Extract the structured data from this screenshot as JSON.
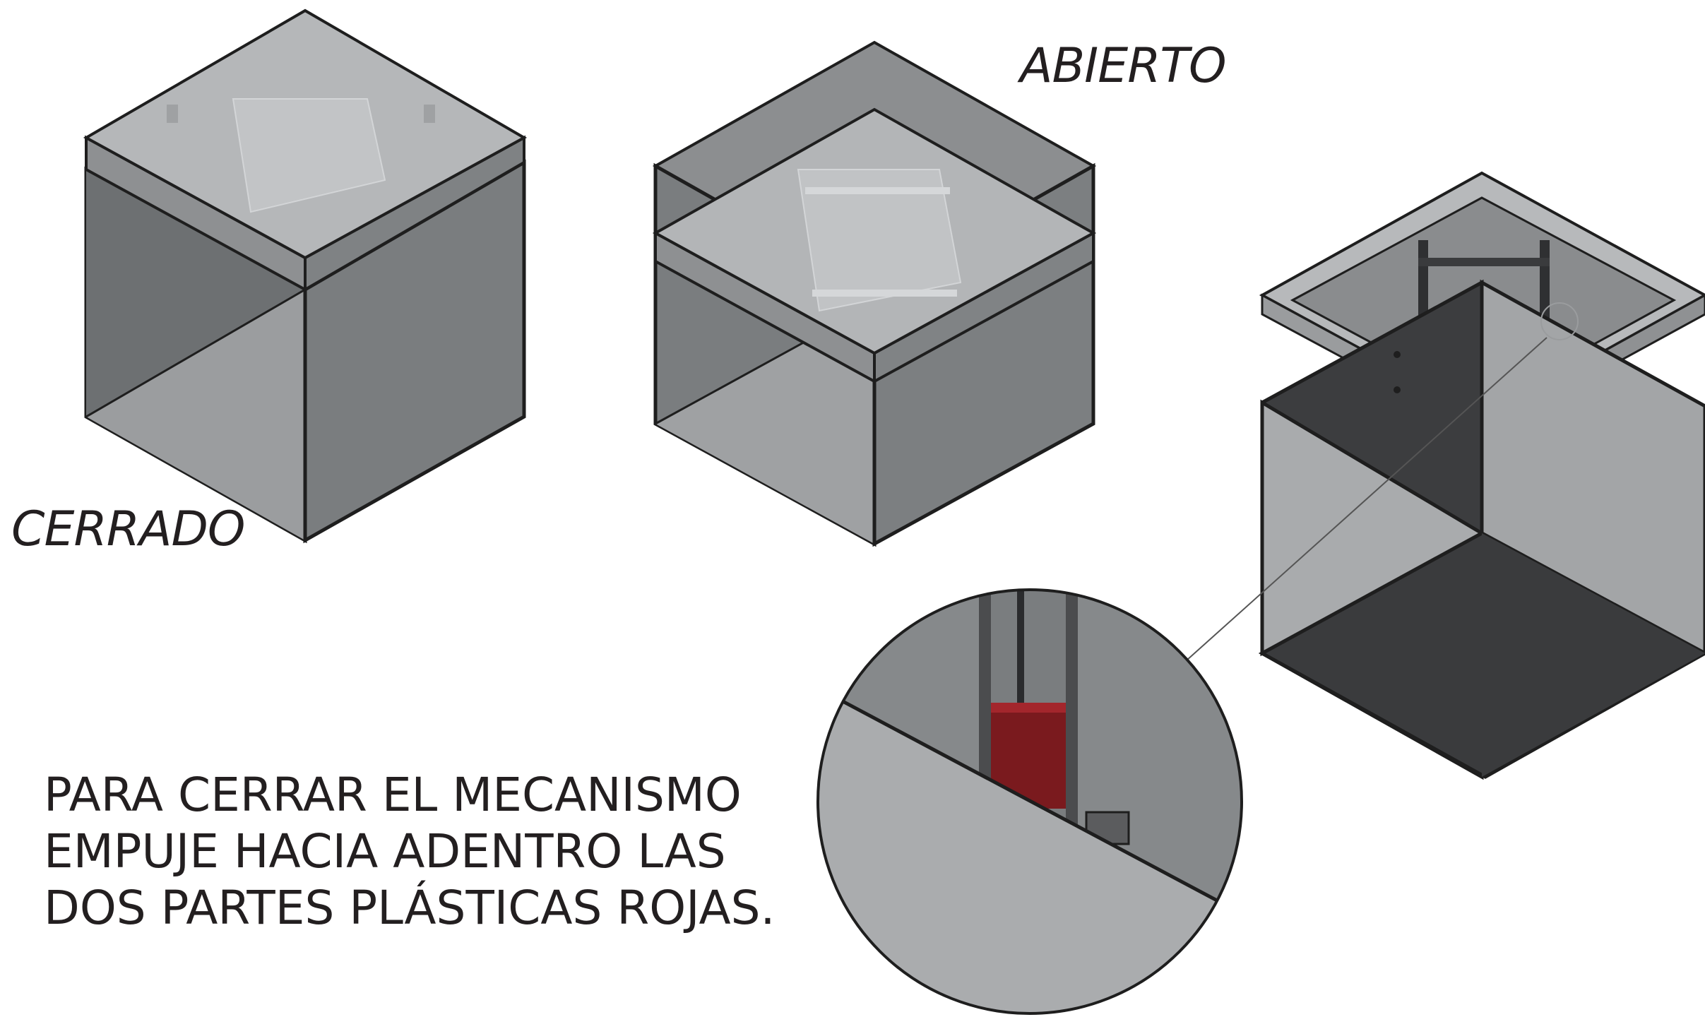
{
  "labels": {
    "closed": "CERRADO",
    "open": "ABIERTO"
  },
  "instructions": {
    "lines": [
      "PARA CERRAR EL MECANISMO",
      "EMPUJE HACIA ADENTRO LAS",
      "DOS PARTES PLÁSTICAS ROJAS."
    ]
  },
  "colors": {
    "face_dark": "#6f7274",
    "face_mid": "#8a8c8e",
    "face_light": "#aeb0b2",
    "lid_top": "#b4b6b8",
    "lid_edge": "#8e9092",
    "outline": "#1e1e1e",
    "interior_black": "#3a3b3d",
    "latch_red": "#7a1a1e",
    "text": "#231f20"
  }
}
